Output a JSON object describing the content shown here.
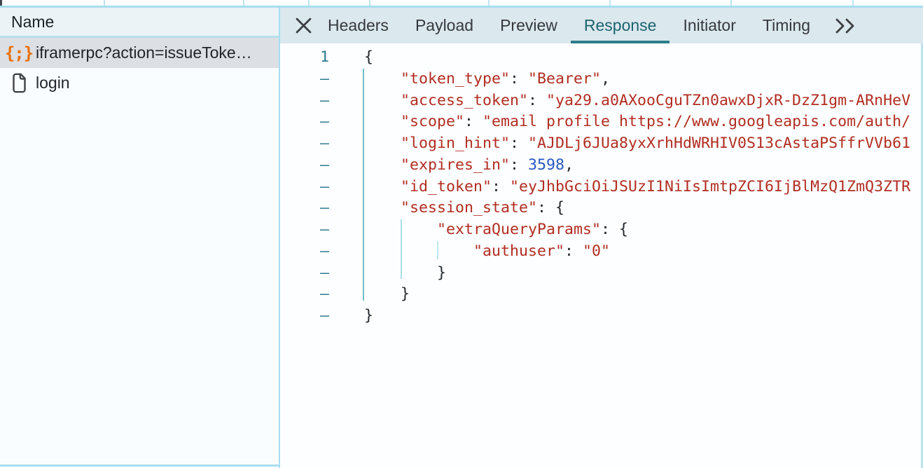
{
  "sidebar": {
    "header": "Name",
    "rows": [
      {
        "icon": "json-file-icon",
        "label": "iframerpc?action=issueToke…",
        "selected": true
      },
      {
        "icon": "document-icon",
        "label": "login",
        "selected": false
      }
    ]
  },
  "tabs": {
    "items": [
      {
        "label": "Headers",
        "active": false
      },
      {
        "label": "Payload",
        "active": false
      },
      {
        "label": "Preview",
        "active": false
      },
      {
        "label": "Response",
        "active": true
      },
      {
        "label": "Initiator",
        "active": false
      },
      {
        "label": "Timing",
        "active": false
      }
    ],
    "close_icon": "close-icon",
    "overflow_icon": "double-chevron-right-icon"
  },
  "response": {
    "json_glyph": "{;}",
    "lines": [
      {
        "num": "1",
        "tokens": [
          {
            "t": "p",
            "v": "{"
          }
        ]
      },
      {
        "num": "–",
        "tokens": [
          {
            "t": "w",
            "v": "    "
          },
          {
            "t": "k",
            "v": "\"token_type\""
          },
          {
            "t": "p",
            "v": ": "
          },
          {
            "t": "s",
            "v": "\"Bearer\""
          },
          {
            "t": "p",
            "v": ","
          }
        ]
      },
      {
        "num": "–",
        "tokens": [
          {
            "t": "w",
            "v": "    "
          },
          {
            "t": "k",
            "v": "\"access_token\""
          },
          {
            "t": "p",
            "v": ": "
          },
          {
            "t": "s",
            "v": "\"ya29.a0AXooCguTZn0awxDjxR-DzZ1gm-ARnHeV"
          }
        ]
      },
      {
        "num": "–",
        "tokens": [
          {
            "t": "w",
            "v": "    "
          },
          {
            "t": "k",
            "v": "\"scope\""
          },
          {
            "t": "p",
            "v": ": "
          },
          {
            "t": "s",
            "v": "\"email profile https://www.googleapis.com/auth/"
          }
        ]
      },
      {
        "num": "–",
        "tokens": [
          {
            "t": "w",
            "v": "    "
          },
          {
            "t": "k",
            "v": "\"login_hint\""
          },
          {
            "t": "p",
            "v": ": "
          },
          {
            "t": "s",
            "v": "\"AJDLj6JUa8yxXrhHdWRHIV0S13cAstaPSffrVVb61"
          }
        ]
      },
      {
        "num": "–",
        "tokens": [
          {
            "t": "w",
            "v": "    "
          },
          {
            "t": "k",
            "v": "\"expires_in\""
          },
          {
            "t": "p",
            "v": ": "
          },
          {
            "t": "n",
            "v": "3598"
          },
          {
            "t": "p",
            "v": ","
          }
        ]
      },
      {
        "num": "–",
        "tokens": [
          {
            "t": "w",
            "v": "    "
          },
          {
            "t": "k",
            "v": "\"id_token\""
          },
          {
            "t": "p",
            "v": ": "
          },
          {
            "t": "s",
            "v": "\"eyJhbGciOiJSUzI1NiIsImtpZCI6IjBlMzQ1ZmQ3ZTR"
          }
        ]
      },
      {
        "num": "–",
        "tokens": [
          {
            "t": "w",
            "v": "    "
          },
          {
            "t": "k",
            "v": "\"session_state\""
          },
          {
            "t": "p",
            "v": ": {"
          }
        ]
      },
      {
        "num": "–",
        "tokens": [
          {
            "t": "w",
            "v": "        "
          },
          {
            "t": "k",
            "v": "\"extraQueryParams\""
          },
          {
            "t": "p",
            "v": ": {"
          }
        ]
      },
      {
        "num": "–",
        "tokens": [
          {
            "t": "w",
            "v": "            "
          },
          {
            "t": "k",
            "v": "\"authuser\""
          },
          {
            "t": "p",
            "v": ": "
          },
          {
            "t": "s",
            "v": "\"0\""
          }
        ]
      },
      {
        "num": "–",
        "tokens": [
          {
            "t": "w",
            "v": "        "
          },
          {
            "t": "p",
            "v": "}"
          }
        ]
      },
      {
        "num": "–",
        "tokens": [
          {
            "t": "w",
            "v": "    "
          },
          {
            "t": "p",
            "v": "}"
          }
        ]
      },
      {
        "num": "–",
        "tokens": [
          {
            "t": "p",
            "v": "}"
          }
        ]
      }
    ]
  },
  "colors": {
    "accent_teal": "#2e7d8a",
    "active_tab_text": "#1d6370",
    "tab_bar_bg": "#dbe8ed",
    "sidebar_header_bg": "#ebf3f6",
    "selected_row_bg": "#dcdfe3",
    "json_icon_orange": "#e8710a",
    "syntax_string_red": "#b22d22",
    "syntax_number_blue": "#2757c4",
    "gutter_teal": "#2d7a8f",
    "panel_border_blue": "#a6def2"
  }
}
